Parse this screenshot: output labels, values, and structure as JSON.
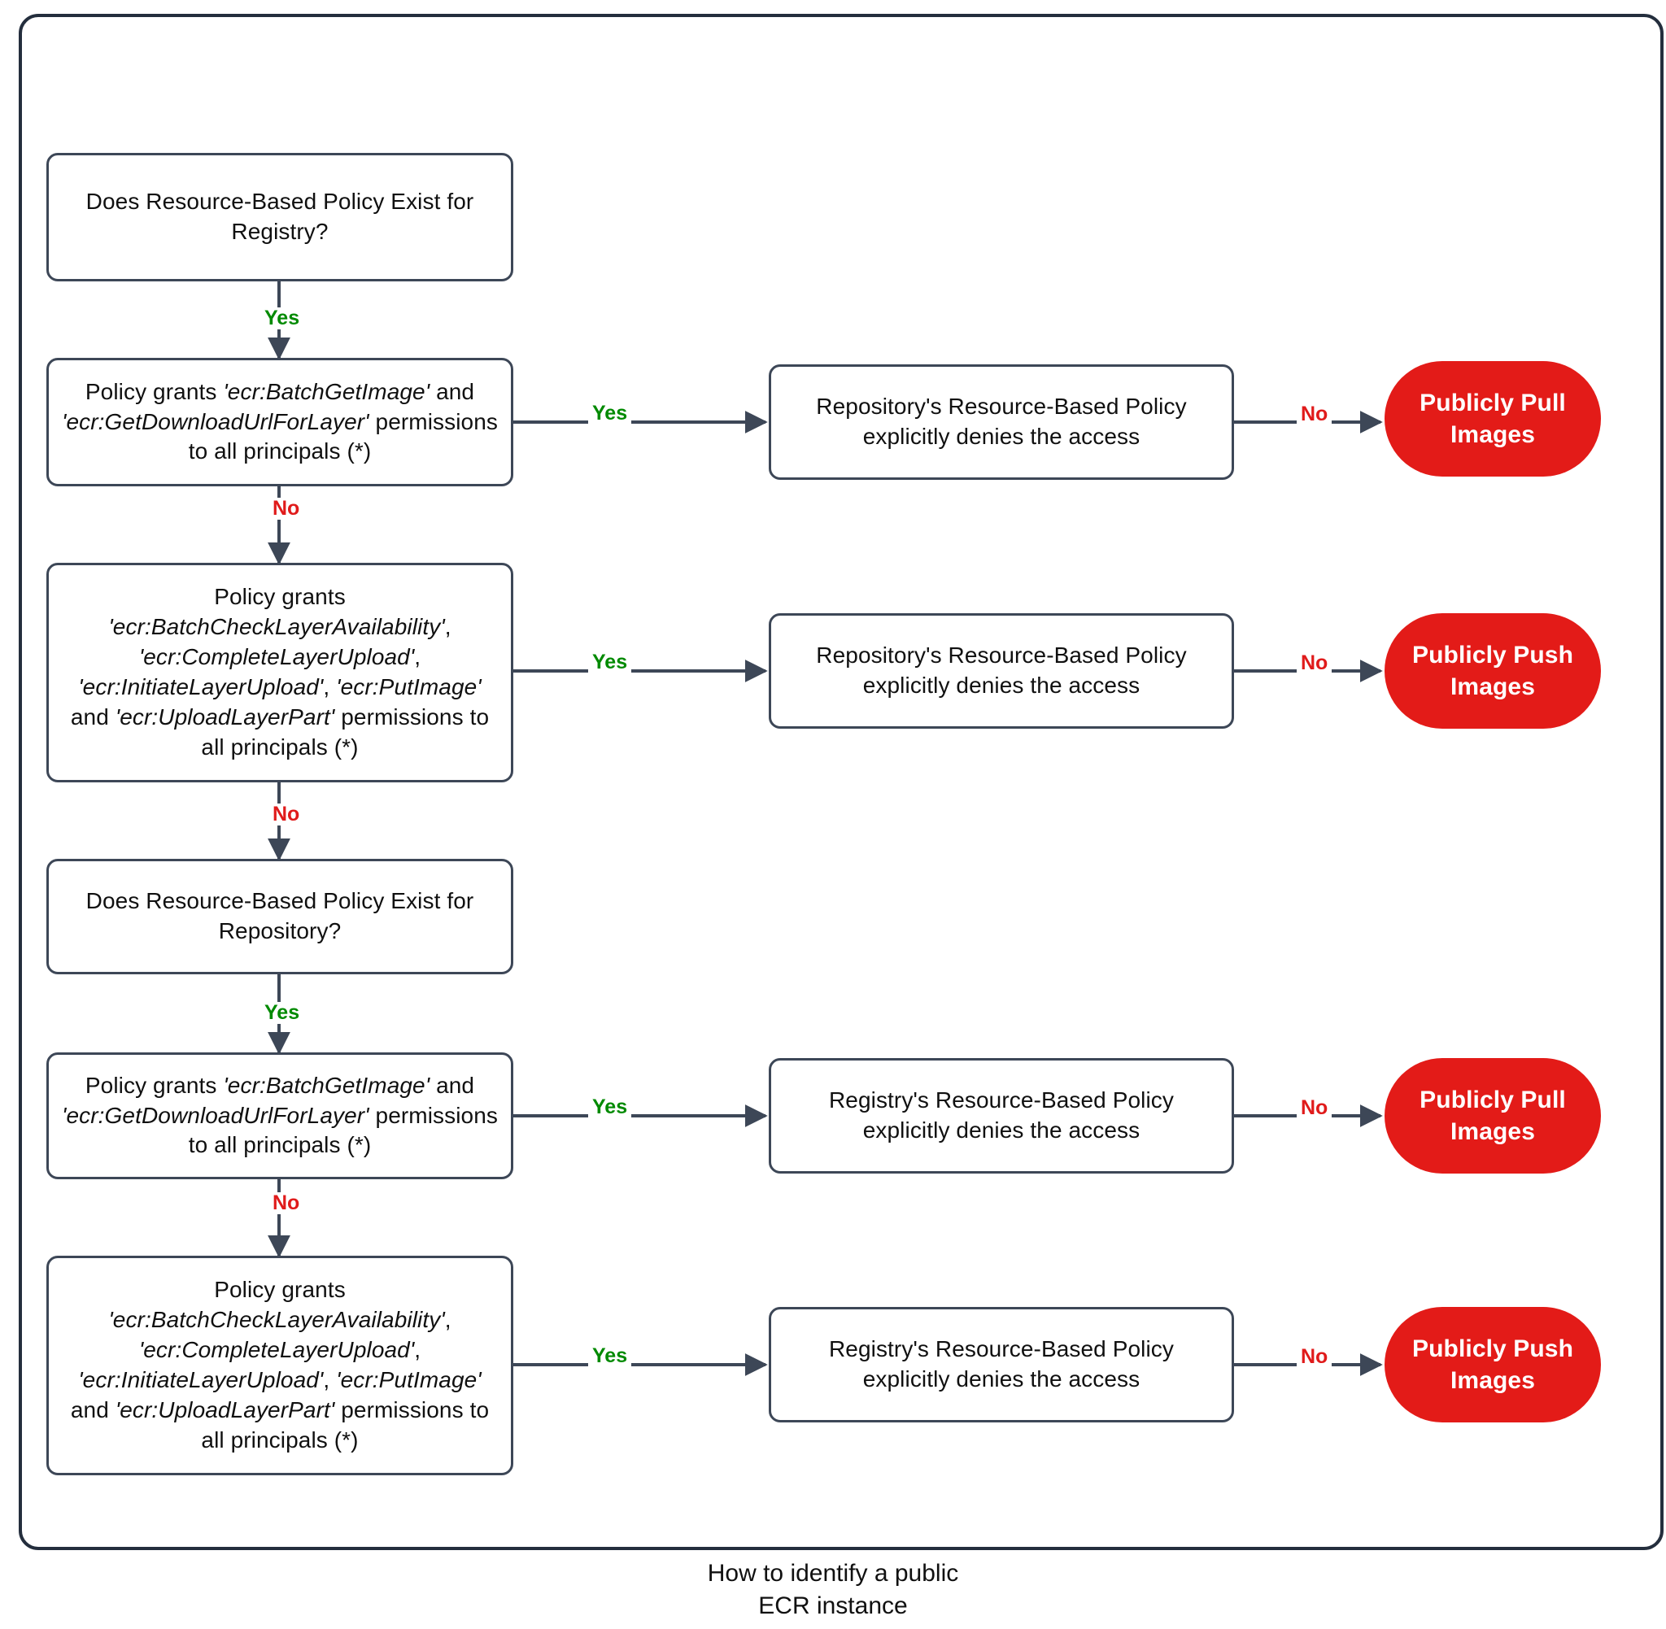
{
  "diagram": {
    "title": "How to identify a public\nECR instance",
    "type": "flowchart",
    "colors": {
      "node_border": "#3d4757",
      "node_fill": "#ffffff",
      "terminal_fill": "#e31b18",
      "terminal_text": "#ffffff",
      "yes_label": "#008a00",
      "no_label": "#e01b1b",
      "edge": "#3d4757",
      "frame_border": "#242e3d"
    },
    "nodes": [
      {
        "id": "registry-policy-exists",
        "shape": "rounded-rect",
        "text": "Does Resource-Based Policy Exist for Registry?"
      },
      {
        "id": "registry-pull-permissions",
        "shape": "rounded-rect",
        "text": "Policy grants 'ecr:BatchGetImage' and 'ecr:GetDownloadUrlForLayer' permissions to all principals (*)"
      },
      {
        "id": "registry-push-permissions",
        "shape": "rounded-rect",
        "text": "Policy grants 'ecr:BatchCheckLayerAvailability', 'ecr:CompleteLayerUpload', 'ecr:InitiateLayerUpload', 'ecr:PutImage' and 'ecr:UploadLayerPart' permissions to all principals (*)"
      },
      {
        "id": "repository-policy-exists",
        "shape": "rounded-rect",
        "text": "Does Resource-Based Policy Exist for Repository?"
      },
      {
        "id": "repository-pull-permissions",
        "shape": "rounded-rect",
        "text": "Policy grants 'ecr:BatchGetImage' and 'ecr:GetDownloadUrlForLayer' permissions to all principals (*)"
      },
      {
        "id": "repository-push-permissions",
        "shape": "rounded-rect",
        "text": "Policy grants 'ecr:BatchCheckLayerAvailability', 'ecr:CompleteLayerUpload', 'ecr:InitiateLayerUpload', 'ecr:PutImage' and 'ecr:UploadLayerPart' permissions to all principals (*)"
      },
      {
        "id": "repo-deny-pull",
        "shape": "rounded-rect",
        "text": "Repository's Resource-Based Policy explicitly denies the access"
      },
      {
        "id": "repo-deny-push",
        "shape": "rounded-rect",
        "text": "Repository's Resource-Based Policy explicitly denies the access"
      },
      {
        "id": "registry-deny-pull",
        "shape": "rounded-rect",
        "text": "Registry's Resource-Based Policy explicitly denies the access"
      },
      {
        "id": "registry-deny-push",
        "shape": "rounded-rect",
        "text": "Registry's Resource-Based Policy explicitly denies the access"
      },
      {
        "id": "result-pull-1",
        "shape": "stadium",
        "text": "Publicly Pull Images"
      },
      {
        "id": "result-push-1",
        "shape": "stadium",
        "text": "Publicly Push Images"
      },
      {
        "id": "result-pull-2",
        "shape": "stadium",
        "text": "Publicly Pull Images"
      },
      {
        "id": "result-push-2",
        "shape": "stadium",
        "text": "Publicly Push Images"
      }
    ],
    "edges": [
      {
        "from": "registry-policy-exists",
        "to": "registry-pull-permissions",
        "label": "Yes"
      },
      {
        "from": "registry-pull-permissions",
        "to": "repo-deny-pull",
        "label": "Yes"
      },
      {
        "from": "repo-deny-pull",
        "to": "result-pull-1",
        "label": "No"
      },
      {
        "from": "registry-pull-permissions",
        "to": "registry-push-permissions",
        "label": "No"
      },
      {
        "from": "registry-push-permissions",
        "to": "repo-deny-push",
        "label": "Yes"
      },
      {
        "from": "repo-deny-push",
        "to": "result-push-1",
        "label": "No"
      },
      {
        "from": "registry-push-permissions",
        "to": "repository-policy-exists",
        "label": "No"
      },
      {
        "from": "repository-policy-exists",
        "to": "repository-pull-permissions",
        "label": "Yes"
      },
      {
        "from": "repository-pull-permissions",
        "to": "registry-deny-pull",
        "label": "Yes"
      },
      {
        "from": "registry-deny-pull",
        "to": "result-pull-2",
        "label": "No"
      },
      {
        "from": "repository-pull-permissions",
        "to": "repository-push-permissions",
        "label": "No"
      },
      {
        "from": "repository-push-permissions",
        "to": "registry-deny-push",
        "label": "Yes"
      },
      {
        "from": "registry-deny-push",
        "to": "result-push-2",
        "label": "No"
      }
    ],
    "labels": {
      "yes": "Yes",
      "no": "No"
    }
  }
}
